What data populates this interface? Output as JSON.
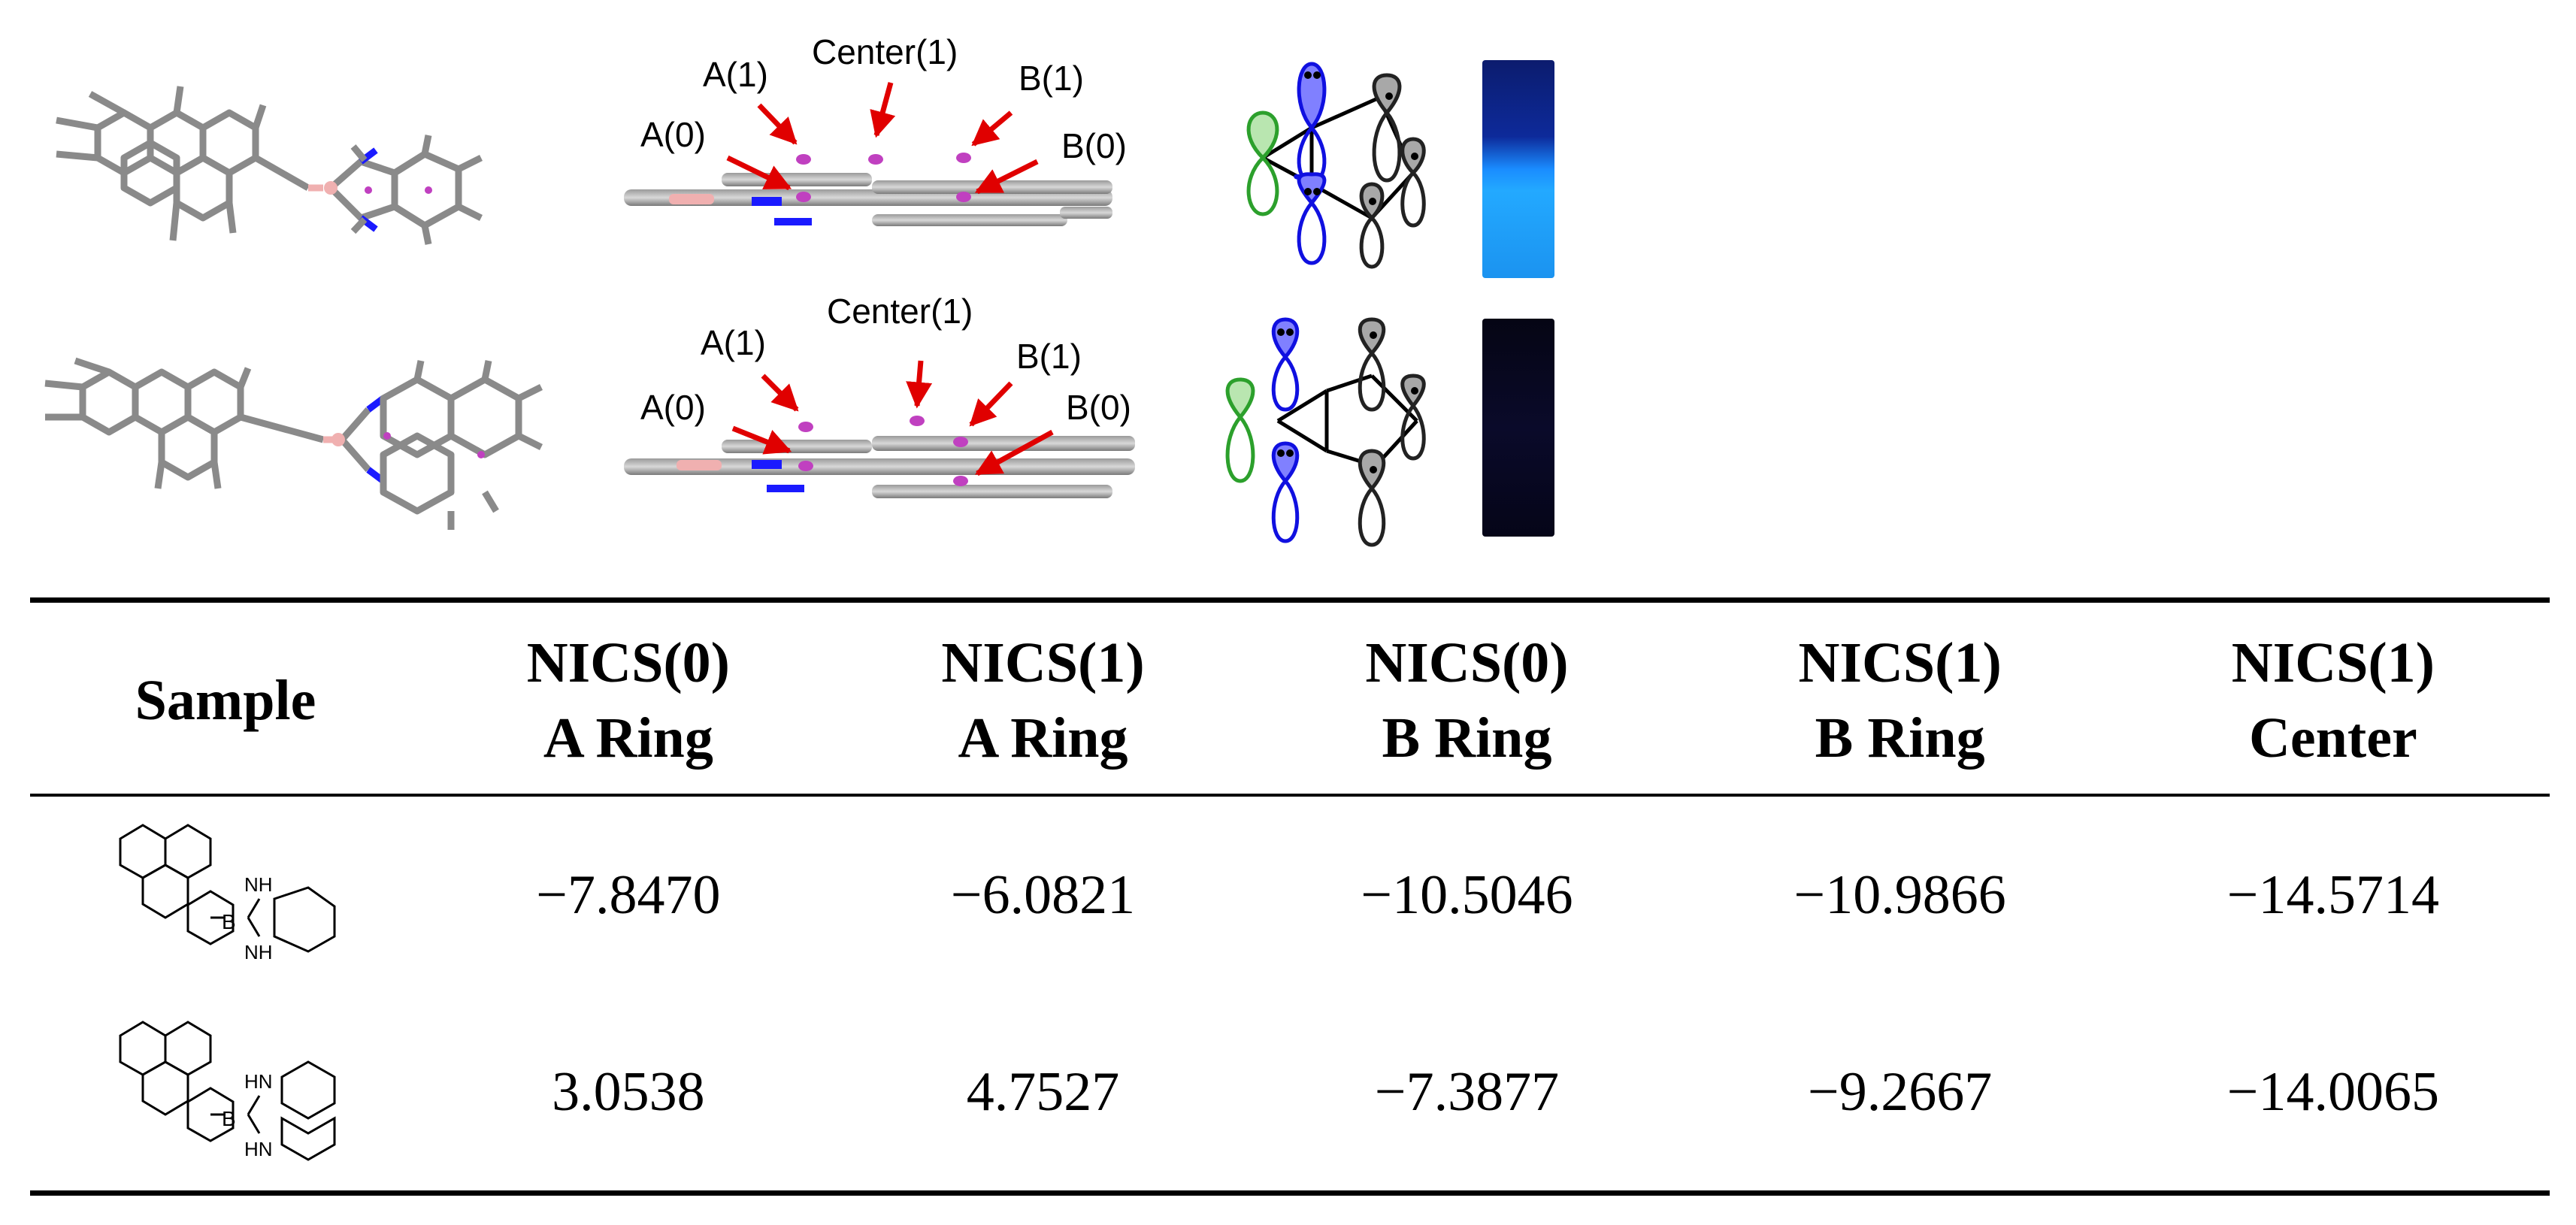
{
  "figure": {
    "labels": {
      "a1": "A(1)",
      "a0": "A(0)",
      "center1": "Center(1)",
      "b1": "B(1)",
      "b0": "B(0)"
    },
    "colors": {
      "arrow": "#e00000",
      "nics_point": "#c040c0",
      "boron": "#f0b0b0",
      "nitrogen": "#1a1aff",
      "orbital_blue": "#1010e0",
      "orbital_green": "#2ca02c",
      "orbital_gray": "#222222",
      "vial_fluorescent": "#23a9ff",
      "vial_dark": "#08081e"
    }
  },
  "table": {
    "headers": [
      [
        "Sample"
      ],
      [
        "NICS(0)",
        "A Ring"
      ],
      [
        "NICS(1)",
        "A Ring"
      ],
      [
        "NICS(0)",
        "B Ring"
      ],
      [
        "NICS(1)",
        "B Ring"
      ],
      [
        "NICS(1)",
        "Center"
      ]
    ],
    "rows": [
      {
        "structure": {
          "b": "B",
          "nh_top": "NH",
          "nh_bottom": "NH",
          "dash": "-"
        },
        "values": [
          "−7.8470",
          "−6.0821",
          "−10.5046",
          "−10.9866",
          "−14.5714"
        ]
      },
      {
        "structure": {
          "b": "B",
          "nh_top": "HN",
          "nh_bottom": "HN",
          "dash": "-"
        },
        "values": [
          "3.0538",
          "4.7527",
          "−7.3877",
          "−9.2667",
          "−14.0065"
        ]
      }
    ]
  }
}
